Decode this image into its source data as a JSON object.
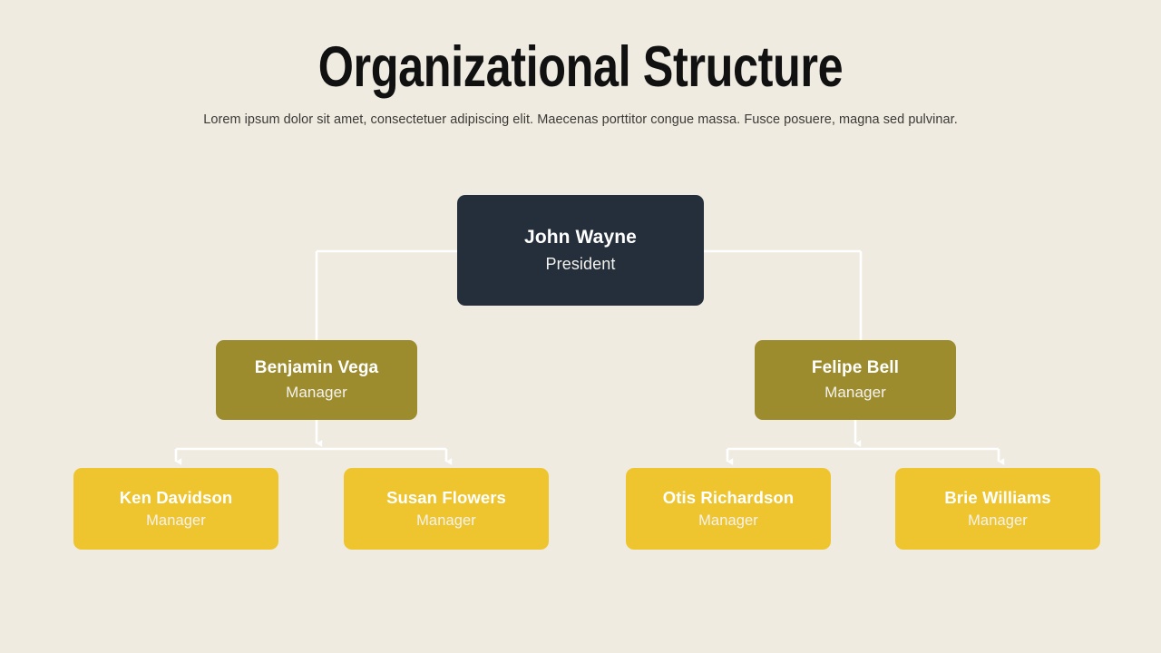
{
  "header": {
    "title": "Organizational Structure",
    "subtitle": "Lorem ipsum dolor sit amet, consectetuer adipiscing elit. Maecenas porttitor congue massa. Fusce posuere, magna sed pulvinar."
  },
  "colors": {
    "background": "#f0ebe1",
    "title_text": "#111111",
    "subtitle_text": "#3b3a36",
    "level0_box": "#242f3b",
    "level1_box": "#9d8c2d",
    "level2_box": "#efc52f",
    "connector_line": "#ffffff",
    "box_text": "#ffffff"
  },
  "chart_data": {
    "type": "diagram",
    "diagram_kind": "org-chart",
    "title": "Organizational Structure",
    "orientation": "top-down",
    "levels": 3,
    "nodes": [
      {
        "id": "n0",
        "name": "John Wayne",
        "role": "President",
        "level": 0,
        "parent": null
      },
      {
        "id": "n1",
        "name": "Benjamin Vega",
        "role": "Manager",
        "level": 1,
        "parent": "n0"
      },
      {
        "id": "n2",
        "name": "Felipe Bell",
        "role": "Manager",
        "level": 1,
        "parent": "n0"
      },
      {
        "id": "n3",
        "name": "Ken Davidson",
        "role": "Manager",
        "level": 2,
        "parent": "n1"
      },
      {
        "id": "n4",
        "name": "Susan Flowers",
        "role": "Manager",
        "level": 2,
        "parent": "n1"
      },
      {
        "id": "n5",
        "name": "Otis Richardson",
        "role": "Manager",
        "level": 2,
        "parent": "n2"
      },
      {
        "id": "n6",
        "name": "Brie Williams",
        "role": "Manager",
        "level": 2,
        "parent": "n2"
      }
    ],
    "edges": [
      {
        "from": "n0",
        "to": "n1"
      },
      {
        "from": "n0",
        "to": "n2"
      },
      {
        "from": "n1",
        "to": "n3"
      },
      {
        "from": "n1",
        "to": "n4"
      },
      {
        "from": "n2",
        "to": "n5"
      },
      {
        "from": "n2",
        "to": "n6"
      }
    ]
  },
  "nodes": {
    "president": {
      "name": "John Wayne",
      "role": "President"
    },
    "manager_left": {
      "name": "Benjamin Vega",
      "role": "Manager"
    },
    "manager_right": {
      "name": "Felipe Bell",
      "role": "Manager"
    },
    "staff_1": {
      "name": "Ken Davidson",
      "role": "Manager"
    },
    "staff_2": {
      "name": "Susan Flowers",
      "role": "Manager"
    },
    "staff_3": {
      "name": "Otis Richardson",
      "role": "Manager"
    },
    "staff_4": {
      "name": "Brie Williams",
      "role": "Manager"
    }
  }
}
